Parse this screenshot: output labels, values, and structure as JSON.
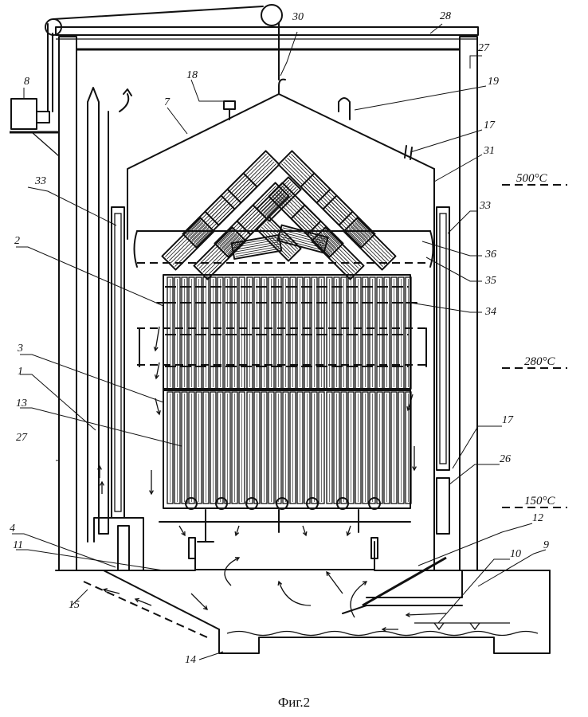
{
  "caption": "Фиг.2",
  "temperatures": [
    "500°C",
    "280°C",
    "150°C"
  ],
  "labels": {
    "l1": "1",
    "l2": "2",
    "l3": "3",
    "l4": "4",
    "l7": "7",
    "l8": "8",
    "l9": "9",
    "l10": "10",
    "l11": "11",
    "l12": "12",
    "l13": "13",
    "l14": "14",
    "l15": "15",
    "l17a": "17",
    "l17b": "17",
    "l18": "18",
    "l19": "19",
    "l26": "26",
    "l27a": "27",
    "l27b": "27",
    "l28": "28",
    "l30": "30",
    "l31": "31",
    "l33a": "33",
    "l33b": "33",
    "l34": "34",
    "l35": "35",
    "l36": "36"
  }
}
